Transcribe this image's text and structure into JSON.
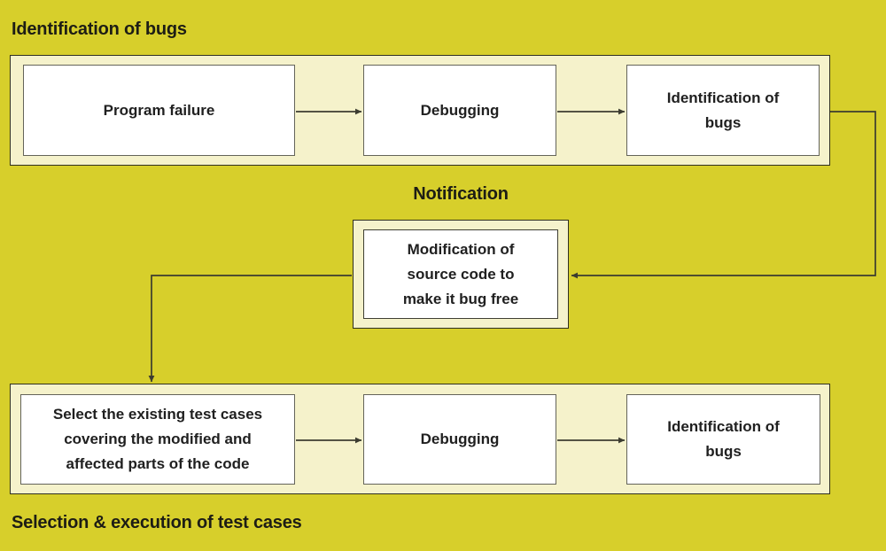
{
  "titles": {
    "top": "Identification of bugs",
    "middle": "Notification",
    "bottom": "Selection & execution of test cases"
  },
  "top_row": {
    "boxes": [
      {
        "label": "Program failure"
      },
      {
        "label": "Debugging"
      },
      {
        "label": "Identification of\nbugs"
      }
    ]
  },
  "middle": {
    "box_label": "Modification of\nsource code to\nmake it bug free"
  },
  "bottom_row": {
    "boxes": [
      {
        "label": "Select the existing test cases\ncovering the modified and\naffected parts of the code"
      },
      {
        "label": "Debugging"
      },
      {
        "label": "Identification of\nbugs"
      }
    ]
  },
  "colors": {
    "background": "#d7cf2b",
    "band_fill": "#f5f2cb",
    "band_border": "#2f2f20",
    "box_fill": "#ffffff",
    "box_border": "#64645a",
    "inner_box_border": "#3f3f33",
    "connector": "#3c3c30",
    "title_text": "#1d1d15",
    "box_text": "#202020"
  }
}
